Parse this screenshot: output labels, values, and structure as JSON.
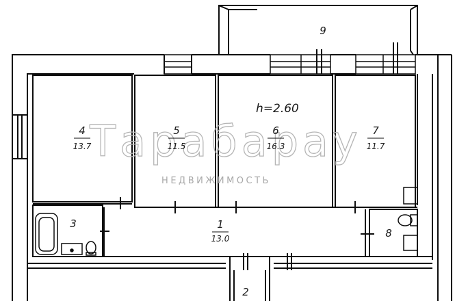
{
  "plan": {
    "height_label": "h=2.60",
    "rooms": [
      {
        "id": "room-1",
        "number": "1",
        "area": "13.0"
      },
      {
        "id": "room-2",
        "number": "2",
        "area": ""
      },
      {
        "id": "room-3",
        "number": "3",
        "area": ""
      },
      {
        "id": "room-4",
        "number": "4",
        "area": "13.7"
      },
      {
        "id": "room-5",
        "number": "5",
        "area": "11.5"
      },
      {
        "id": "room-6",
        "number": "6",
        "area": "16.3"
      },
      {
        "id": "room-7",
        "number": "7",
        "area": "11.7"
      },
      {
        "id": "room-8",
        "number": "8",
        "area": ""
      },
      {
        "id": "room-9",
        "number": "9",
        "area": ""
      }
    ]
  },
  "watermark": {
    "logo": "Тарабарау",
    "subtitle": "НЕДВИЖИМОСТЬ"
  },
  "colors": {
    "wall": "#0d0d0d",
    "background": "#ffffff",
    "watermark": "#b5b5b5"
  }
}
